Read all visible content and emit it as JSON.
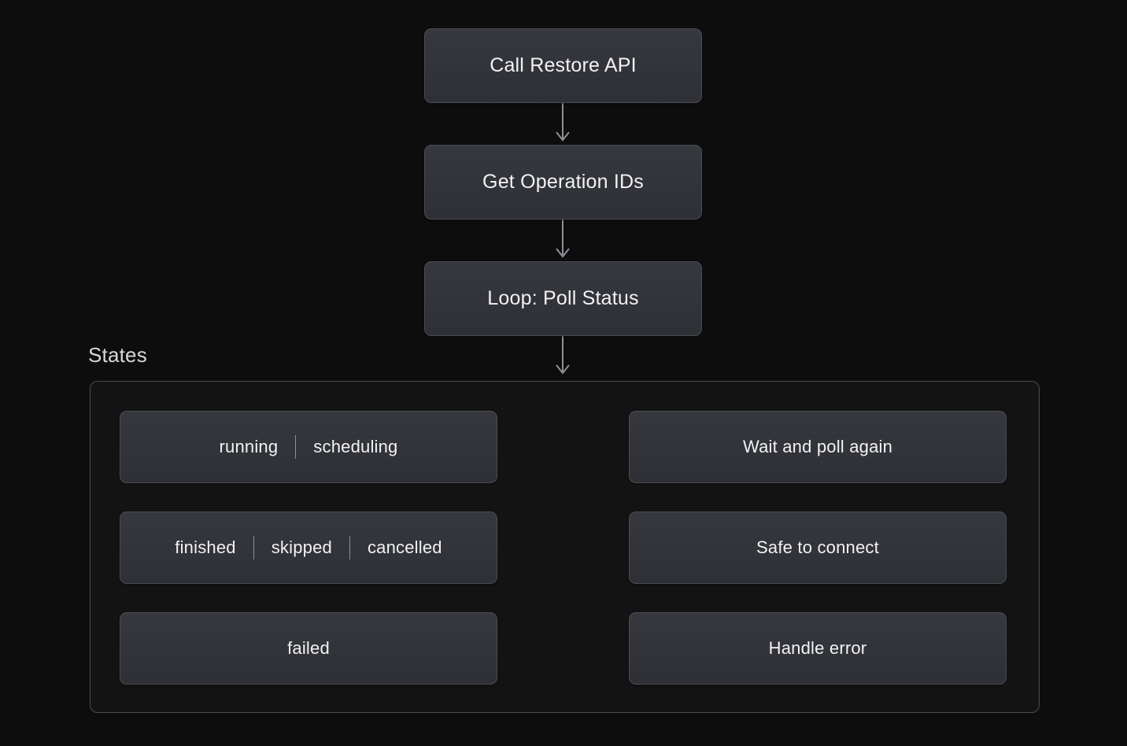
{
  "diagram": {
    "title_label": "States",
    "colors": {
      "background": "#0d0d0e",
      "node_fill_top": "#36383e",
      "node_fill_bottom": "#2e3035",
      "node_border": "#4a4d54",
      "group_fill": "#131314",
      "text": "#f2f2f4",
      "edge": "#8e9197"
    },
    "flow_nodes": [
      {
        "id": "call-restore-api",
        "label": "Call Restore API"
      },
      {
        "id": "get-operation-ids",
        "label": "Get Operation IDs"
      },
      {
        "id": "loop-poll-status",
        "label": "Loop: Poll Status"
      }
    ],
    "flow_edges": [
      {
        "from": "call-restore-api",
        "to": "get-operation-ids",
        "style": "solid",
        "arrow": "open"
      },
      {
        "from": "get-operation-ids",
        "to": "loop-poll-status",
        "style": "solid",
        "arrow": "open"
      },
      {
        "from": "loop-poll-status",
        "to": "states-group",
        "style": "solid",
        "arrow": "open"
      }
    ],
    "state_rows": [
      {
        "id": "row-running",
        "states": [
          "running",
          "scheduling"
        ],
        "separator": "|",
        "action": "Wait and poll again",
        "edge_style": "dashed",
        "arrow": "open"
      },
      {
        "id": "row-finished",
        "states": [
          "finished",
          "skipped",
          "cancelled"
        ],
        "separator": "|",
        "action": "Safe to connect",
        "edge_style": "dashed",
        "arrow": "open"
      },
      {
        "id": "row-failed",
        "states": [
          "failed"
        ],
        "separator": "|",
        "action": "Handle error",
        "edge_style": "dashed",
        "arrow": "open"
      }
    ]
  }
}
